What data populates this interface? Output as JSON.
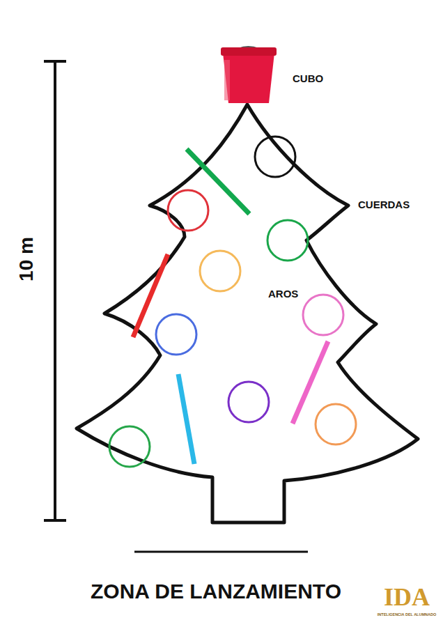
{
  "diagram": {
    "labels": [
      "CUBO",
      "CUERDAS",
      "AROS",
      "10 m",
      "ZONA DE LANZAMIENTO",
      "IDA",
      "INTELIGENCIA DEL ALUMNADO"
    ]
  }
}
